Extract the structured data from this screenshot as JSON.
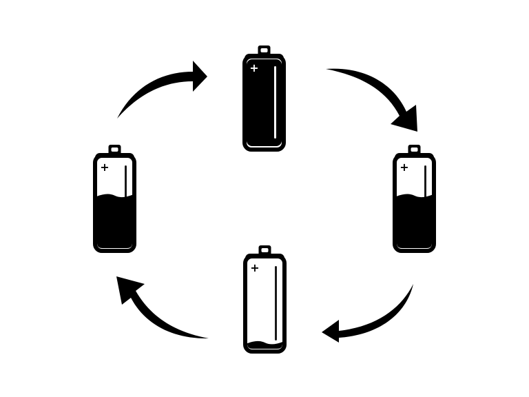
{
  "diagram": {
    "type": "battery-charge-cycle",
    "colors": {
      "ink": "#000000",
      "paper": "#ffffff"
    },
    "batteries": [
      {
        "id": "top",
        "charge_level": 1.0,
        "icon": "battery-full-icon",
        "terminal_symbol": "+"
      },
      {
        "id": "right",
        "charge_level": 0.6,
        "icon": "battery-high-icon",
        "terminal_symbol": "+"
      },
      {
        "id": "bottom",
        "charge_level": 0.07,
        "icon": "battery-empty-icon",
        "terminal_symbol": "+"
      },
      {
        "id": "left",
        "charge_level": 0.6,
        "icon": "battery-high-icon",
        "terminal_symbol": "+"
      }
    ],
    "arrows": [
      {
        "from": "left",
        "to": "top",
        "icon": "curved-arrow-icon"
      },
      {
        "from": "top",
        "to": "right",
        "icon": "curved-arrow-icon"
      },
      {
        "from": "right",
        "to": "bottom",
        "icon": "curved-arrow-icon"
      },
      {
        "from": "bottom",
        "to": "left",
        "icon": "curved-arrow-icon"
      }
    ]
  }
}
